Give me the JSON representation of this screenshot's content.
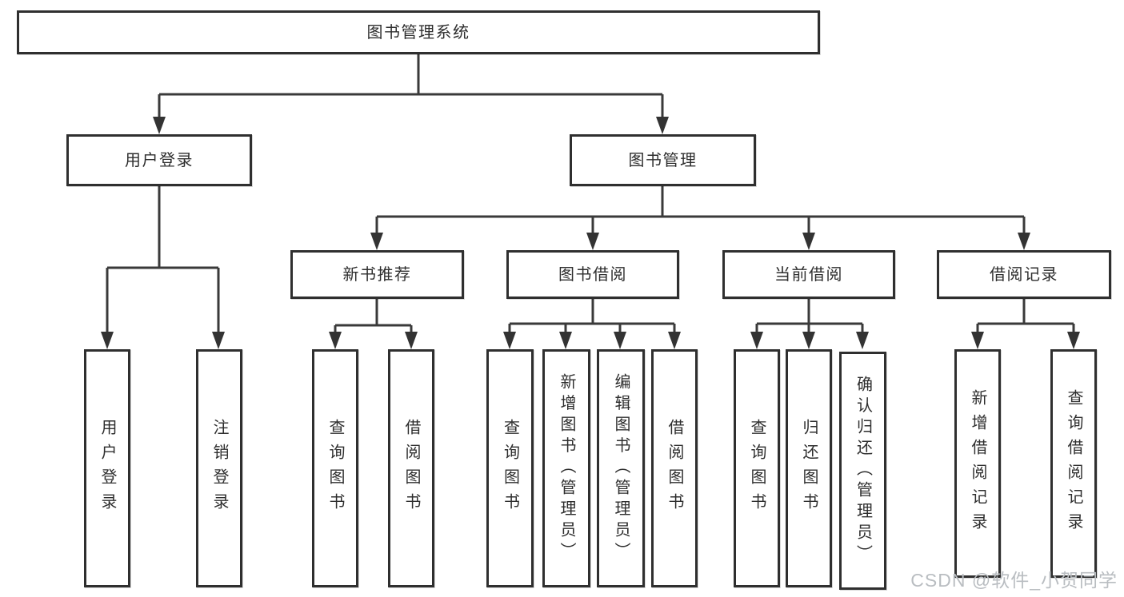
{
  "tree": {
    "root": {
      "label": "图书管理系统",
      "children": [
        {
          "label": "用户登录",
          "children": [
            {
              "label": "用户登录"
            },
            {
              "label": "注销登录"
            }
          ]
        },
        {
          "label": "图书管理",
          "children": [
            {
              "label": "新书推荐",
              "children": [
                {
                  "label": "查询图书"
                },
                {
                  "label": "借阅图书"
                }
              ]
            },
            {
              "label": "图书借阅",
              "children": [
                {
                  "label": "查询图书"
                },
                {
                  "label": "新增图书（管理员）"
                },
                {
                  "label": "编辑图书（管理员）"
                },
                {
                  "label": "借阅图书"
                }
              ]
            },
            {
              "label": "当前借阅",
              "children": [
                {
                  "label": "查询图书"
                },
                {
                  "label": "归还图书"
                },
                {
                  "label": "确认归还（管理员）"
                }
              ]
            },
            {
              "label": "借阅记录",
              "children": [
                {
                  "label": "新增借阅记录"
                },
                {
                  "label": "查询借阅记录"
                }
              ]
            }
          ]
        }
      ]
    }
  },
  "watermark": {
    "text": "CSDN @软件_小贺同学"
  },
  "colors": {
    "background": "#ffffff",
    "box_border": "#2f2f2f",
    "connector_line": "#3a3a3a",
    "arrowhead": "#333333",
    "text": "#2e2e2e",
    "watermark_text": "#b9bdc1"
  }
}
